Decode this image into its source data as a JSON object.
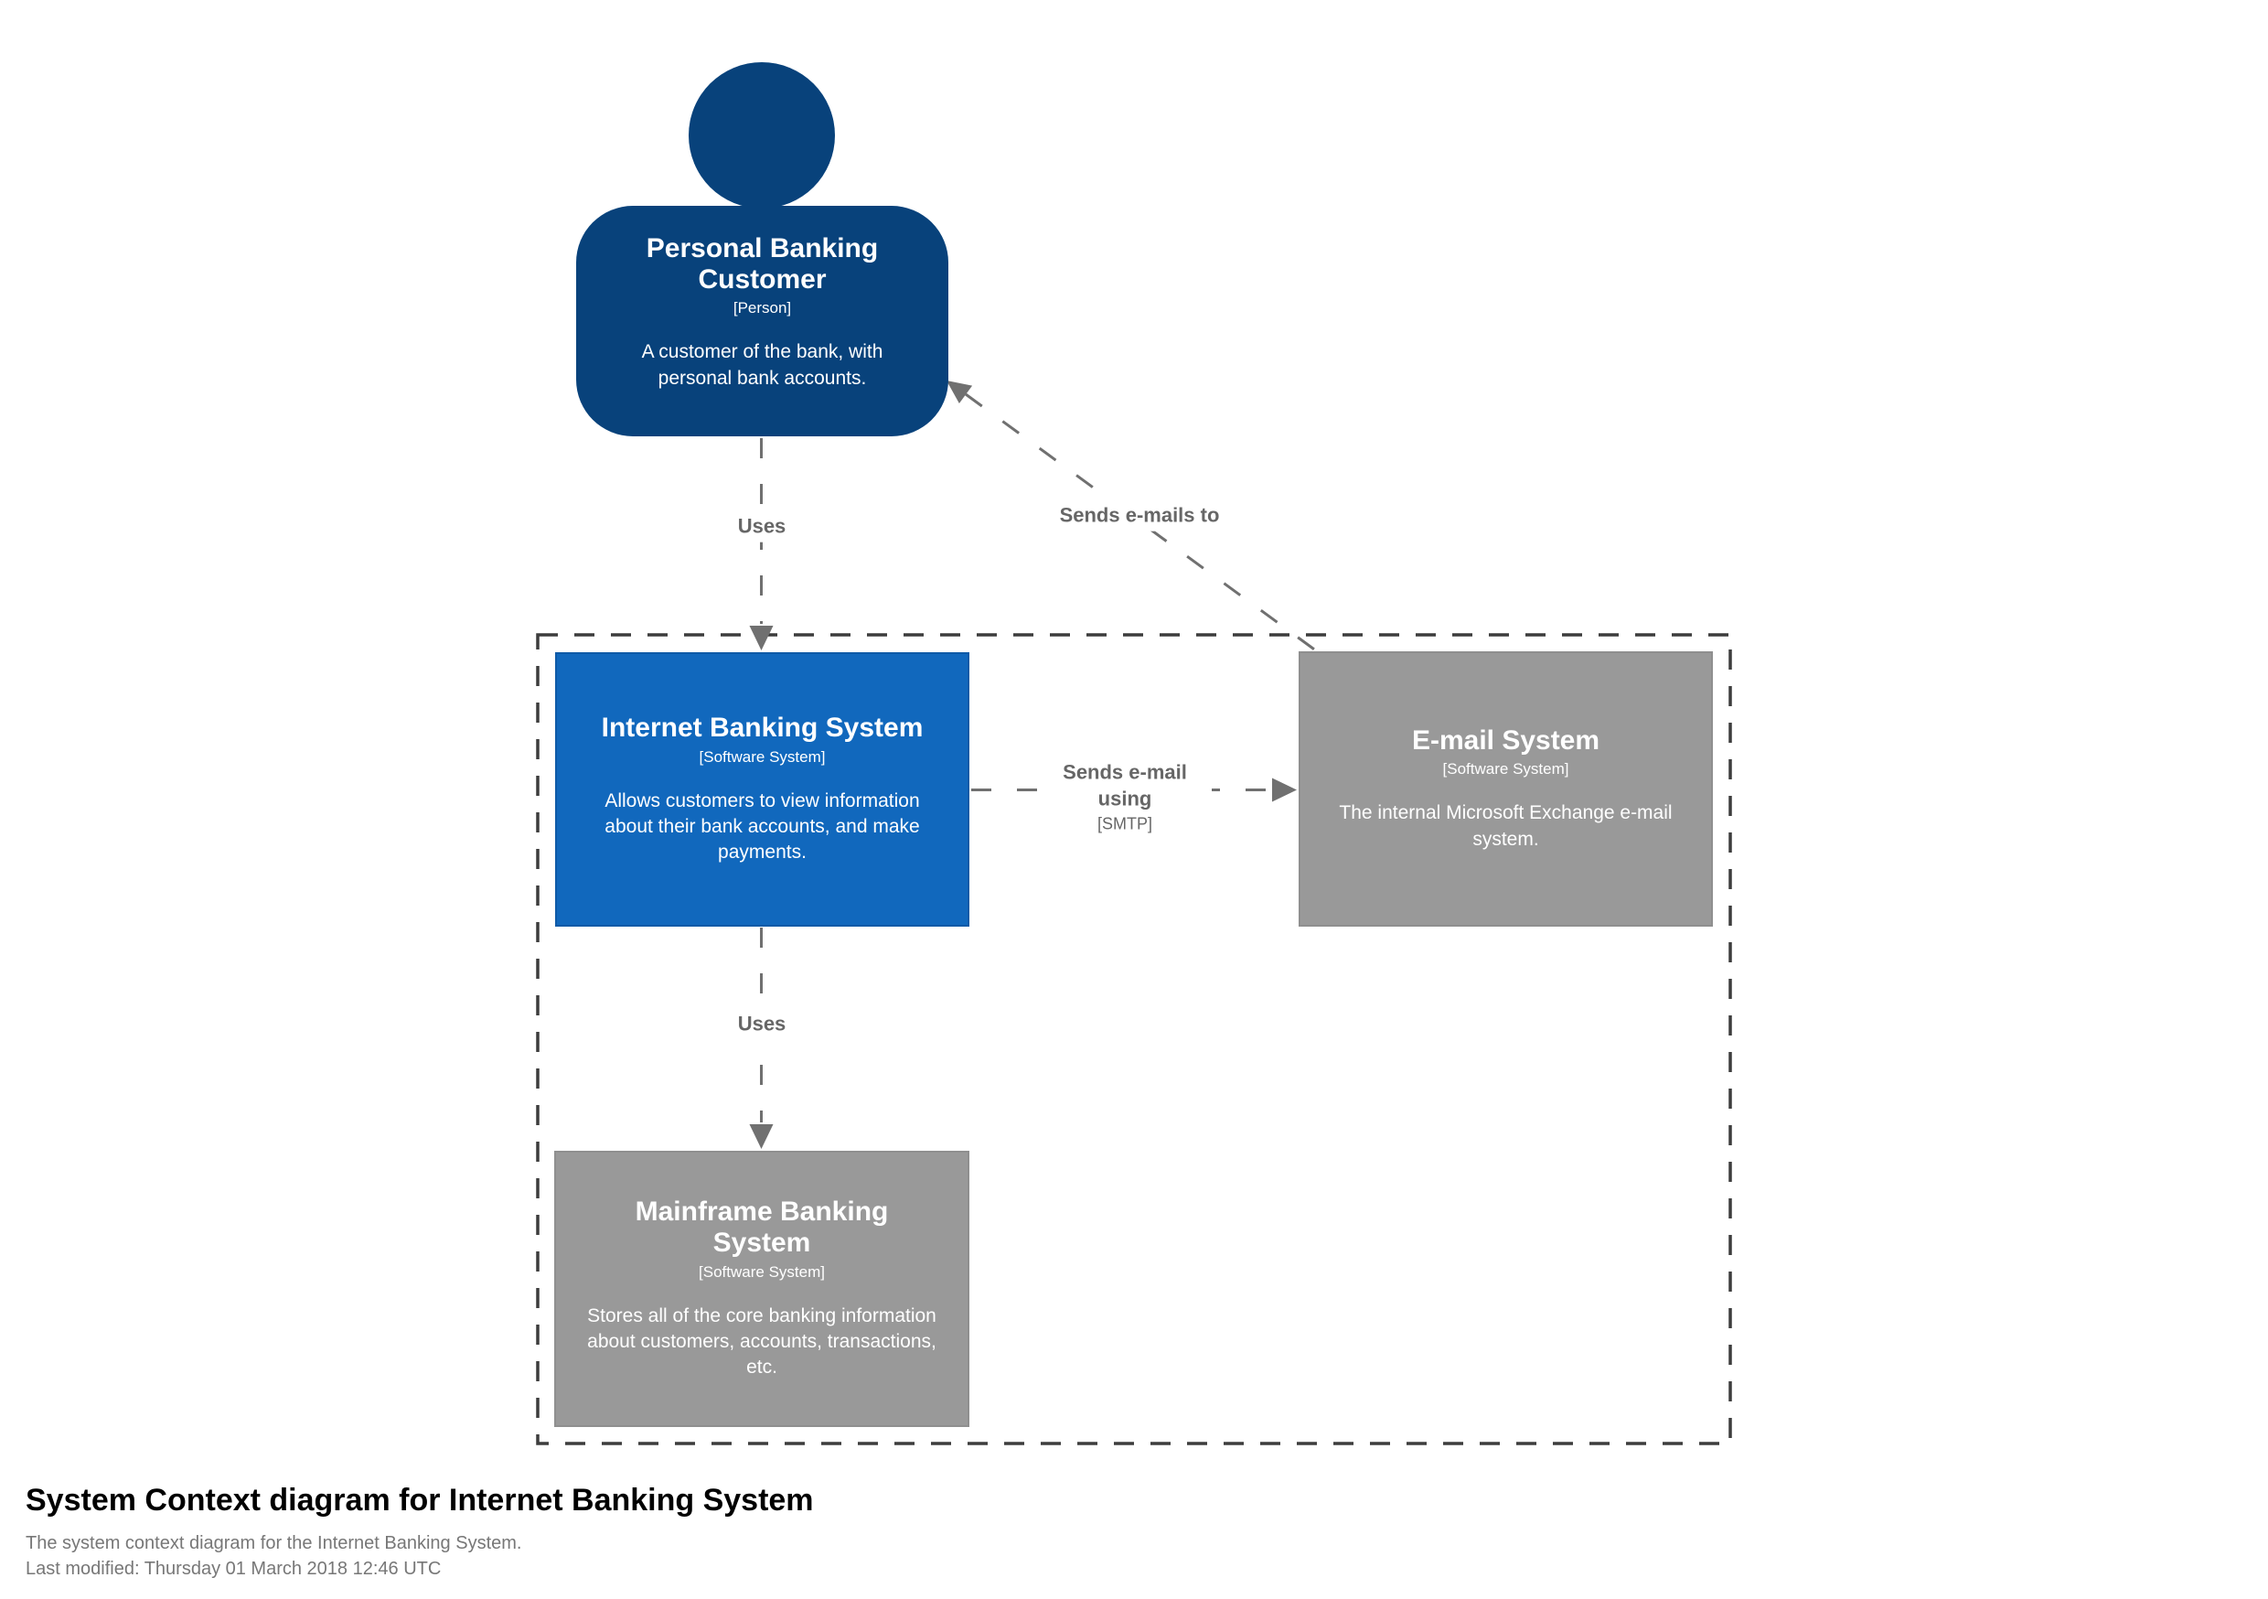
{
  "elements": {
    "person": {
      "name": "Personal Banking Customer",
      "type": "[Person]",
      "description": "A customer of the bank, with personal bank accounts."
    },
    "internet_banking_system": {
      "name": "Internet Banking System",
      "type": "[Software System]",
      "description": "Allows customers to view information about their bank accounts, and make payments."
    },
    "email_system": {
      "name": "E-mail System",
      "type": "[Software System]",
      "description": "The internal Microsoft Exchange e-mail system."
    },
    "mainframe_banking_system": {
      "name": "Mainframe Banking System",
      "type": "[Software System]",
      "description": "Stores all of the core banking information about customers, accounts, transactions, etc."
    }
  },
  "relationships": {
    "person_uses_ibs": {
      "label": "Uses"
    },
    "ibs_uses_mainframe": {
      "label": "Uses"
    },
    "ibs_sends_email_using": {
      "label": "Sends e-mail using",
      "technology": "[SMTP]"
    },
    "email_sends_emails_to_person": {
      "label": "Sends e-mails to"
    }
  },
  "footer": {
    "title": "System Context diagram for Internet Banking System",
    "description": "The system context diagram for the Internet Banking System.",
    "last_modified": "Last modified: Thursday 01 March 2018 12:46 UTC"
  },
  "colors": {
    "person_fill": "#08427B",
    "internal_system_fill": "#1168BD",
    "external_system_fill": "#999999",
    "relationship_line": "#707070",
    "boundary_line": "#3D3D3D",
    "title_text": "#000000",
    "subtitle_text": "#777777"
  }
}
